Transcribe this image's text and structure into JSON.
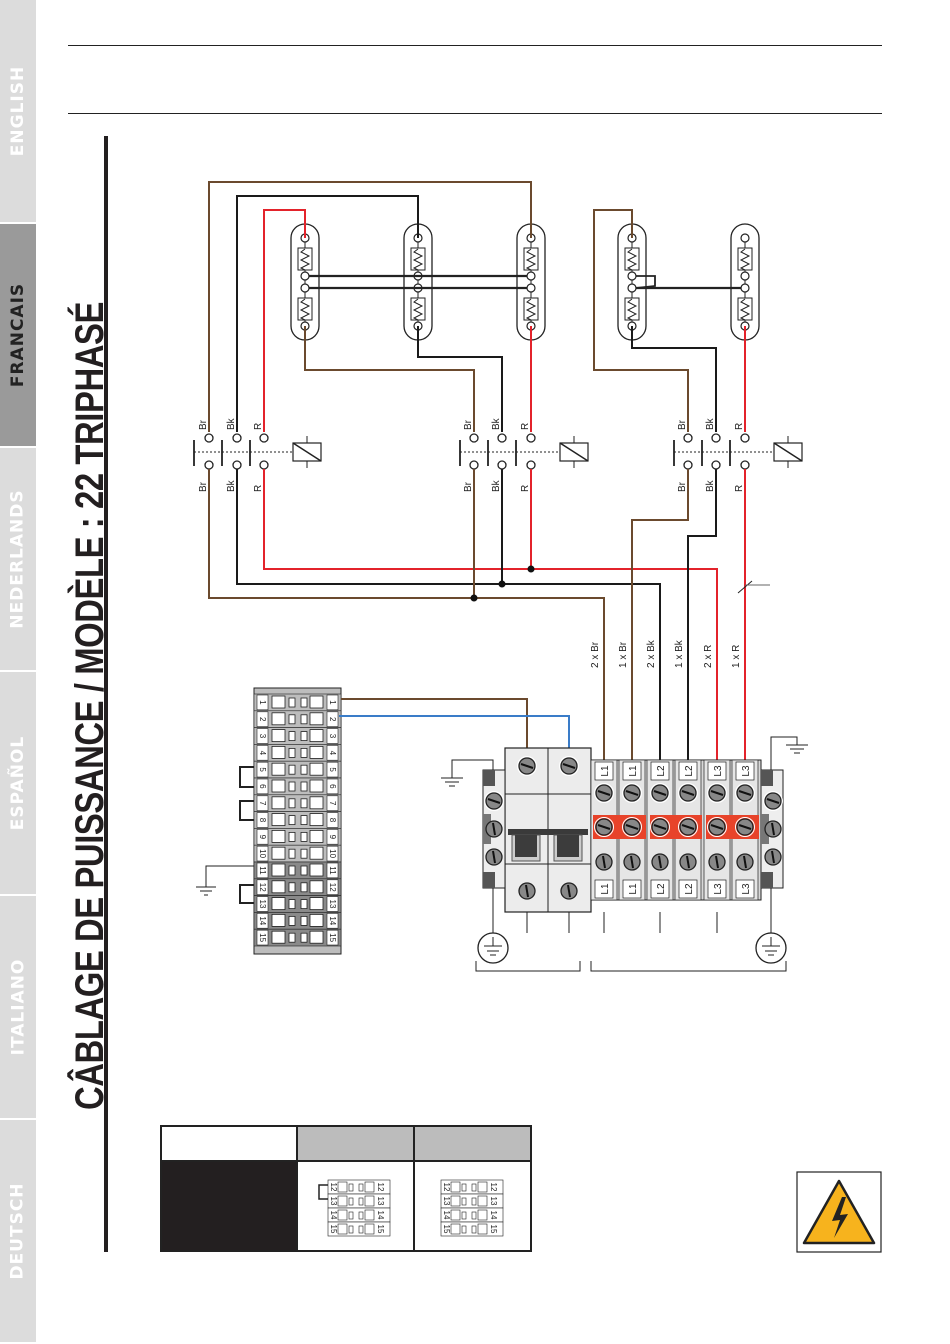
{
  "languages": [
    {
      "label": "ENGLISH",
      "active": false
    },
    {
      "label": "FRANCAIS",
      "active": true
    },
    {
      "label": "NEDERLANDS",
      "active": false
    },
    {
      "label": "ESPAÑOL",
      "active": false
    },
    {
      "label": "ITALIANO",
      "active": false
    },
    {
      "label": "DEUTSCH",
      "active": false
    }
  ],
  "title": "CÂBLAGE DE PUISSANCE / MODÈLE :  22 TRIPHASÉ",
  "wire_colors": {
    "brown": "#6b4a2e",
    "black": "#1a1a1a",
    "red": "#e3232b",
    "blue": "#3a7cc8"
  },
  "contactor_labels": {
    "brown": "Br",
    "black": "Bk",
    "red": "R"
  },
  "wire_count_labels": [
    "2 x Br",
    "1 x Br",
    "2 x Bk",
    "1 x Bk",
    "2 x R",
    "1 x R"
  ],
  "terminal_labels": [
    "L1",
    "L1",
    "L2",
    "L2",
    "L3",
    "L3"
  ],
  "terminal_strip_numbers": [
    "1",
    "2",
    "3",
    "4",
    "5",
    "6",
    "7",
    "8",
    "9",
    "10",
    "11",
    "12",
    "13",
    "14",
    "15"
  ],
  "legend_table": {
    "header_cells": [
      "",
      "",
      ""
    ],
    "small_strip_numbers": [
      "12",
      "13",
      "14",
      "15"
    ]
  },
  "warning_icon": "high-voltage-warning-icon"
}
